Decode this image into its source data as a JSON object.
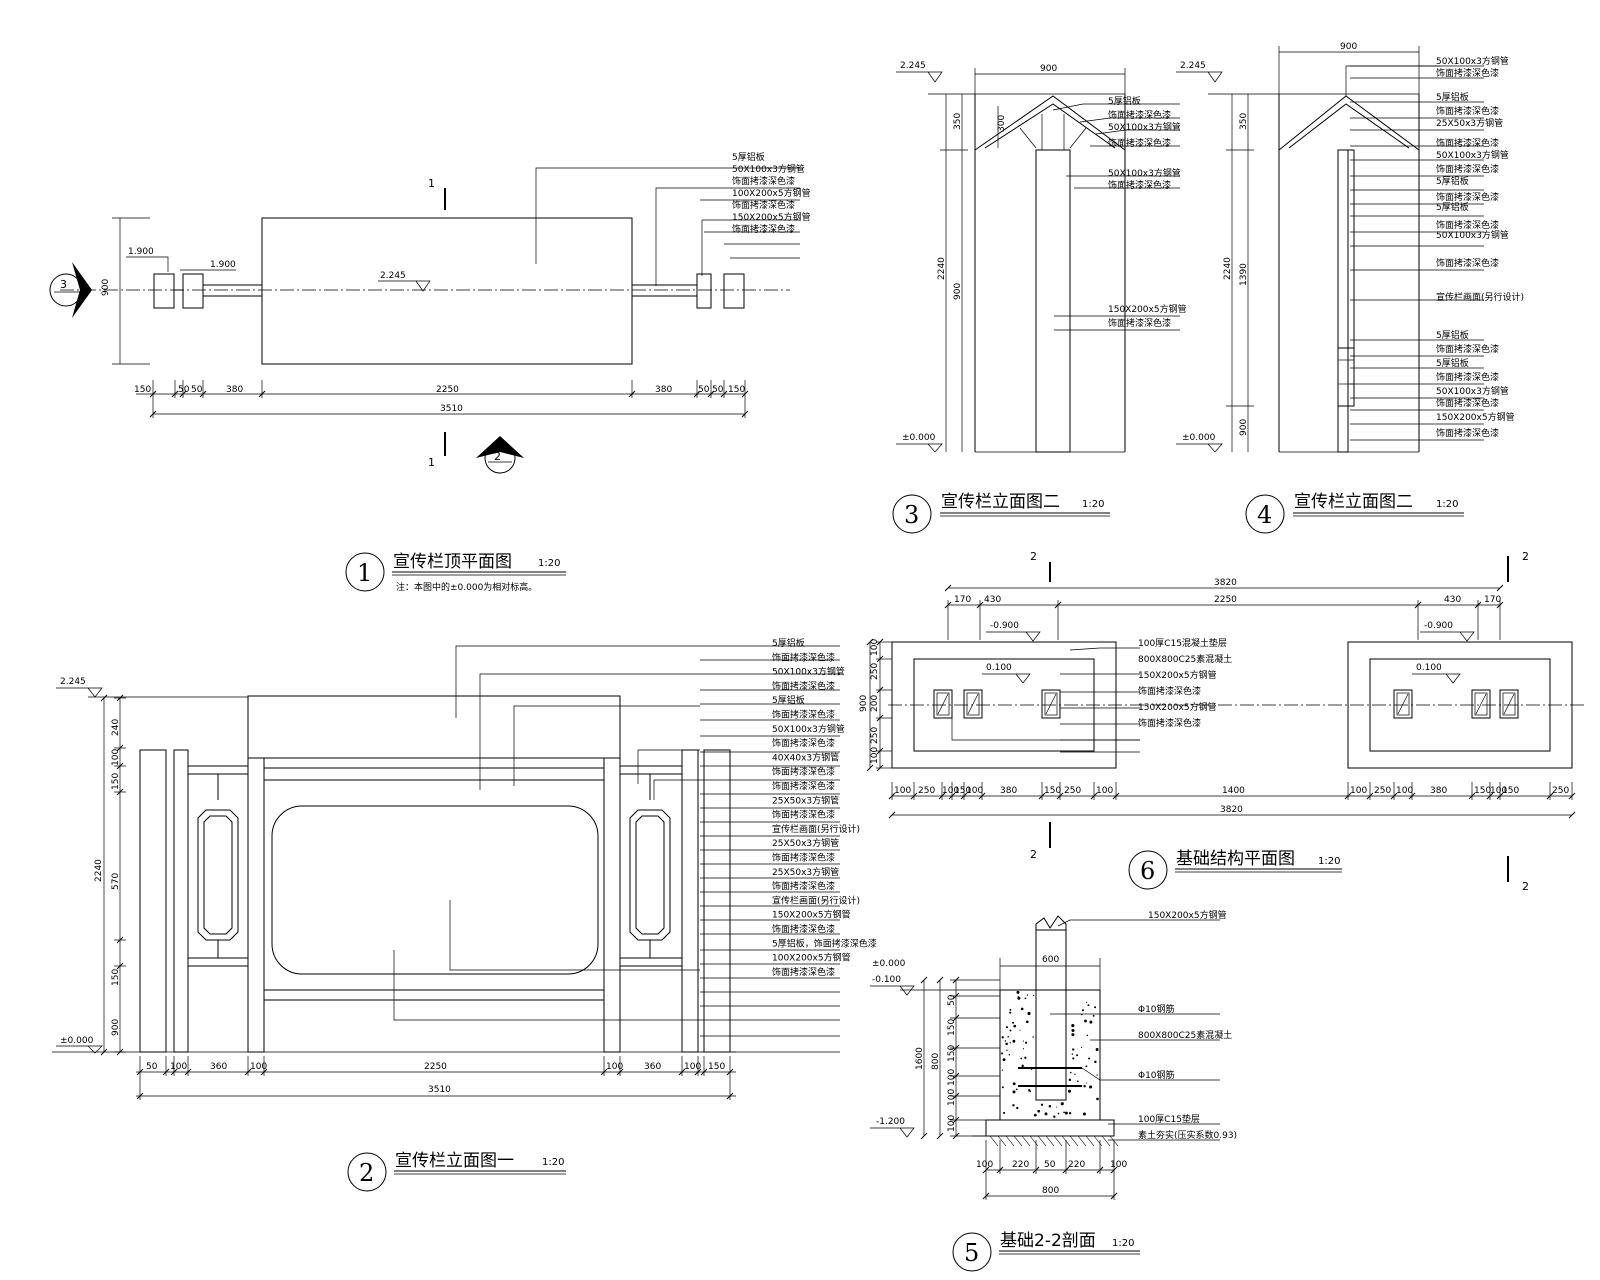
{
  "views": {
    "v1": {
      "number": "1",
      "title": "宣传栏顶平面图",
      "scale": "1:20",
      "note": "注：本图中的±0.000为相对标高。",
      "section_cut": "1",
      "marker_3": "3",
      "marker_2": "2",
      "elev_main": "2.245",
      "elev_left1": "1.900",
      "elev_left2": "1.900",
      "dim_depth": "900",
      "dims_row1": [
        "150",
        "50",
        "50",
        "380",
        "2250",
        "380",
        "50",
        "50",
        "150"
      ],
      "dim_total": "3510",
      "labels": [
        "5厚铝板",
        "50X100x3方钢管",
        "饰面拷漆深色漆",
        "100X200x5方钢管",
        "饰面拷漆深色漆",
        "150X200x5方钢管",
        "饰面拷漆深色漆"
      ]
    },
    "v2": {
      "number": "2",
      "title": "宣传栏立面图一",
      "scale": "1:20",
      "elev_top": "2.245",
      "elev_bottom": "±0.000",
      "dims_vertical": [
        "240",
        "100",
        "150",
        "570",
        "150",
        "900"
      ],
      "dim_vertical_total": "2240",
      "dims_row1": [
        "50",
        "100",
        "360",
        "100",
        "2250",
        "100",
        "360",
        "100",
        "150"
      ],
      "dim_total": "3510",
      "labels": [
        "5厚铝板",
        "饰面拷漆深色漆",
        "50X100x3方钢管",
        "饰面拷漆深色漆",
        "5厚铝板",
        "饰面拷漆深色漆",
        "50X100x3方钢管",
        "饰面拷漆深色漆",
        "40X40x3方钢管",
        "饰面拷漆深色漆",
        "饰面拷漆深色漆",
        "25X50x3方钢管",
        "饰面拷漆深色漆",
        "宣传栏画面(另行设计)",
        "25X50x3方钢管",
        "饰面拷漆深色漆",
        "25X50x3方钢管",
        "饰面拷漆深色漆",
        "宣传栏画面(另行设计)",
        "150X200x5方钢管",
        "饰面拷漆深色漆",
        "5厚铝板，饰面拷漆深色漆",
        "100X200x5方钢管",
        "饰面拷漆深色漆"
      ]
    },
    "v3": {
      "number": "3",
      "title": "宣传栏立面图二",
      "scale": "1:20",
      "elev_top": "2.245",
      "elev_bottom": "±0.000",
      "dim_width": "900",
      "dims_vertical": [
        "350",
        "900"
      ],
      "dim_vertical_total": "2240",
      "dim_small": "300",
      "labels": [
        "5厚铝板",
        "饰面拷漆深色漆",
        "50X100x3方钢管",
        "饰面拷漆深色漆",
        "50X100x3方钢管",
        "饰面拷漆深色漆",
        "150X200x5方钢管",
        "饰面拷漆深色漆"
      ]
    },
    "v4": {
      "number": "4",
      "title": "宣传栏立面图二",
      "scale": "1:20",
      "elev_top": "2.245",
      "elev_bottom": "±0.000",
      "dim_width": "900",
      "dims_vertical": [
        "350",
        "1390",
        "900"
      ],
      "dim_vertical_total": "2240",
      "labels": [
        "50X100x3方钢管",
        "饰面拷漆深色漆",
        "5厚铝板",
        "饰面拷漆深色漆",
        "25X50x3方钢管",
        "饰面拷漆深色漆",
        "50X100x3方钢管",
        "饰面拷漆深色漆",
        "5厚铝板",
        "饰面拷漆深色漆",
        "5厚铝板",
        "饰面拷漆深色漆",
        "50X100x3方钢管",
        "饰面拷漆深色漆",
        "宣传栏画面(另行设计)",
        "5厚铝板",
        "饰面拷漆深色漆",
        "5厚铝板",
        "饰面拷漆深色漆",
        "50X100x3方钢管",
        "饰面拷漆深色漆",
        "150X200x5方钢管",
        "饰面拷漆深色漆"
      ]
    },
    "v5": {
      "number": "5",
      "title": "基础2-2剖面",
      "scale": "1:20",
      "elev_top": "±0.000",
      "elev_mid": "-0.100",
      "elev_bottom": "-1.200",
      "dim_top": "600",
      "dims_vertical": [
        "50",
        "150",
        "150",
        "100",
        "100",
        "100"
      ],
      "dim_vertical_total": "1600",
      "dim_inner": "800",
      "dims_bottom": [
        "100",
        "220",
        "50",
        "220",
        "100"
      ],
      "dim_bottom_total": "800",
      "labels": [
        "150X200x5方钢管",
        "Φ10钢筋",
        "800X800C25素混凝土",
        "Φ10钢筋",
        "100厚C15垫层",
        "素土夯实(压实系数0.93)"
      ]
    },
    "v6": {
      "number": "6",
      "title": "基础结构平面图",
      "scale": "1:20",
      "section_cut": "2",
      "elev_a": "-0.900",
      "elev_b": "0.100",
      "elev_c": "-0.900",
      "elev_d": "0.100",
      "dims_top": [
        "170",
        "430",
        "2250",
        "430",
        "170"
      ],
      "dim_top_total": "3820",
      "dims_left": [
        "100",
        "250",
        "200",
        "250",
        "100"
      ],
      "dim_left_total": "900",
      "dims_bottom": [
        "100",
        "250",
        "100",
        "150",
        "100",
        "380",
        "150",
        "250",
        "100",
        "1400",
        "100",
        "250",
        "100",
        "380",
        "150",
        "100",
        "150",
        "250"
      ],
      "dim_bottom_total": "3820",
      "labels": [
        "100厚C15混凝土垫层",
        "800X800C25素混凝土",
        "150X200x5方钢管",
        "饰面拷漆深色漆",
        "150X200x5方钢管",
        "饰面拷漆深色漆"
      ]
    }
  }
}
